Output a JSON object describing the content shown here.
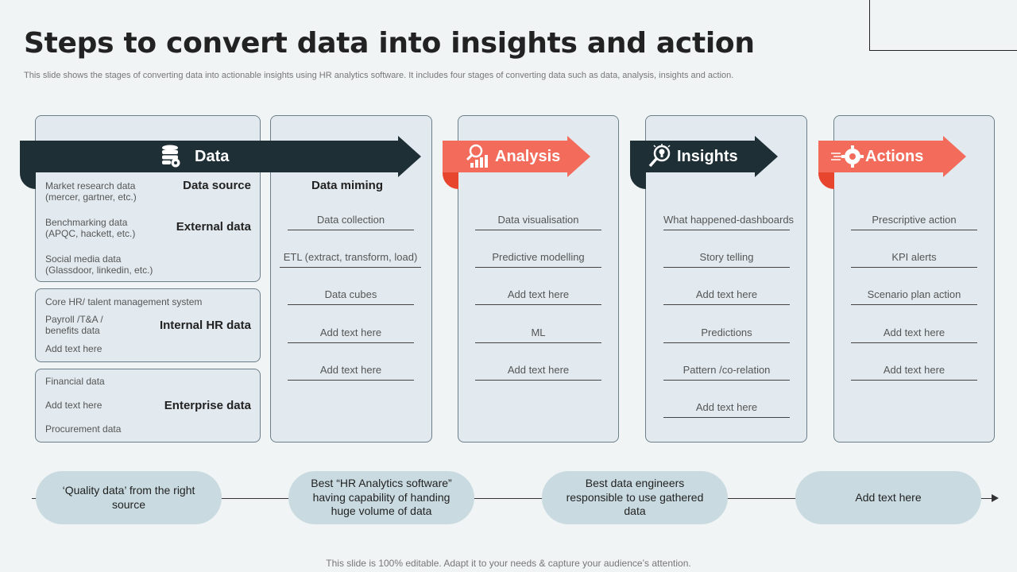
{
  "title": "Steps to convert data into insights and action",
  "subtitle": "This slide shows the stages of converting data into actionable insights using HR analytics software. It includes four stages of converting data such as data, analysis, insights and action.",
  "stages": {
    "data": {
      "label": "Data",
      "icon": "database-gear-icon"
    },
    "analysis": {
      "label": "Analysis",
      "icon": "chart-search-icon"
    },
    "insights": {
      "label": "Insights",
      "icon": "lightbulb-search-icon"
    },
    "actions": {
      "label": "Actions",
      "icon": "gear-rocket-icon"
    }
  },
  "sources": {
    "external": {
      "rows": [
        "Market research data (mercer, gartner, etc.)",
        "Benchmarking data (APQC, hackett, etc.)",
        "Social media data (Glassdoor, linkedin, etc.)"
      ],
      "labels": [
        "Data source",
        "External data"
      ]
    },
    "internal": {
      "rows": [
        "Core HR/ talent management system",
        "Payroll /T&A / benefits data",
        "Add text here"
      ],
      "label": "Internal HR data"
    },
    "enterprise": {
      "rows": [
        "Financial data",
        "Add text here",
        "Procurement data"
      ],
      "label": "Enterprise data"
    }
  },
  "mining": {
    "heading": "Data miming",
    "items": [
      "Data collection",
      "ETL (extract, transform, load)",
      "Data cubes",
      "Add text here",
      "Add text here"
    ]
  },
  "analysis_items": [
    "Data visualisation",
    "Predictive modelling",
    "Add text here",
    "ML",
    "Add text here"
  ],
  "insights_items": [
    "What happened-dashboards",
    "Story telling",
    "Add text here",
    "Predictions",
    "Pattern /co-relation",
    "Add text here"
  ],
  "actions_items": [
    "Prescriptive action",
    "KPI alerts",
    "Scenario plan action",
    "Add text here",
    "Add text here"
  ],
  "flow": [
    "‘Quality data’ from the right source",
    "Best “HR Analytics software” having capability of handing huge volume of data",
    "Best data engineers responsible to use gathered data",
    "Add text here"
  ],
  "footer": "This slide is 100% editable. Adapt it to your needs & capture your audience’s attention.",
  "colors": {
    "dark": "#1e2f36",
    "accent": "#f26b5b",
    "accent_dark": "#e8452f",
    "panel": "#e2eaef",
    "pill": "#c9dbe1"
  }
}
